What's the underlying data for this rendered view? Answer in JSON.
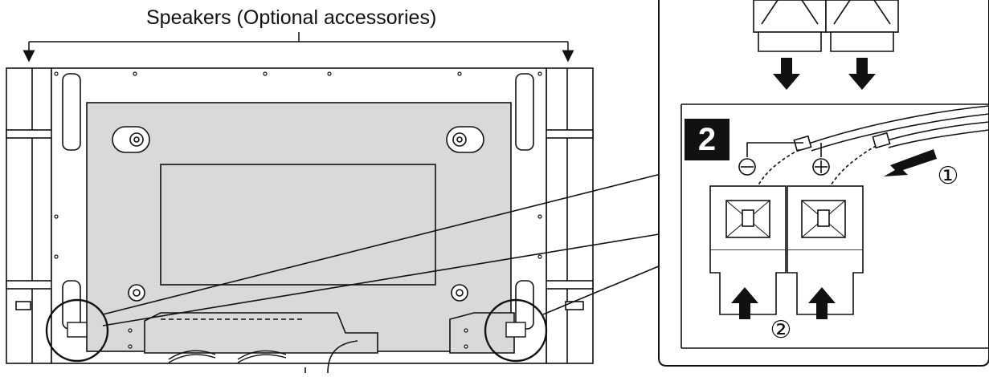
{
  "caption": "Speakers (Optional accessories)",
  "inset": {
    "step_label": "2",
    "minus_symbol": "⊖",
    "plus_symbol": "⊕",
    "callout_1": "①",
    "callout_2": "②"
  },
  "colors": {
    "panel_fill": "#d9d9d9",
    "line": "#111111",
    "badge": "#111111"
  }
}
